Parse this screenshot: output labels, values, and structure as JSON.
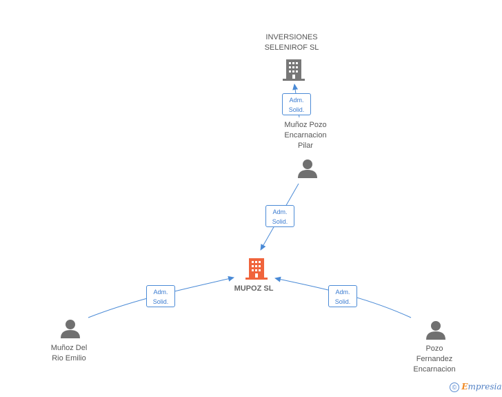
{
  "companies": {
    "center": {
      "name": "MUPOZ SL"
    },
    "top": {
      "name_line1": "INVERSIONES",
      "name_line2": "SELENIROF SL"
    }
  },
  "people": {
    "top": {
      "line1": "Muñoz Pozo",
      "line2": "Encarnacion",
      "line3": "Pilar"
    },
    "left": {
      "line1": "Muñoz Del",
      "line2": "Rio Emilio"
    },
    "right": {
      "line1": "Pozo",
      "line2": "Fernandez",
      "line3": "Encarnacion"
    }
  },
  "edges": [
    {
      "line1": "Adm.",
      "line2": "Solid."
    },
    {
      "line1": "Adm.",
      "line2": "Solid."
    },
    {
      "line1": "Adm.",
      "line2": "Solid."
    },
    {
      "line1": "Adm.",
      "line2": "Solid."
    }
  ],
  "watermark": {
    "copyright": "©",
    "brand_initial": "E",
    "brand_rest": "mpresia"
  },
  "colors": {
    "edge": "#4a8ad6",
    "center_company": "#f0643c",
    "company": "#777777",
    "person": "#707070"
  }
}
